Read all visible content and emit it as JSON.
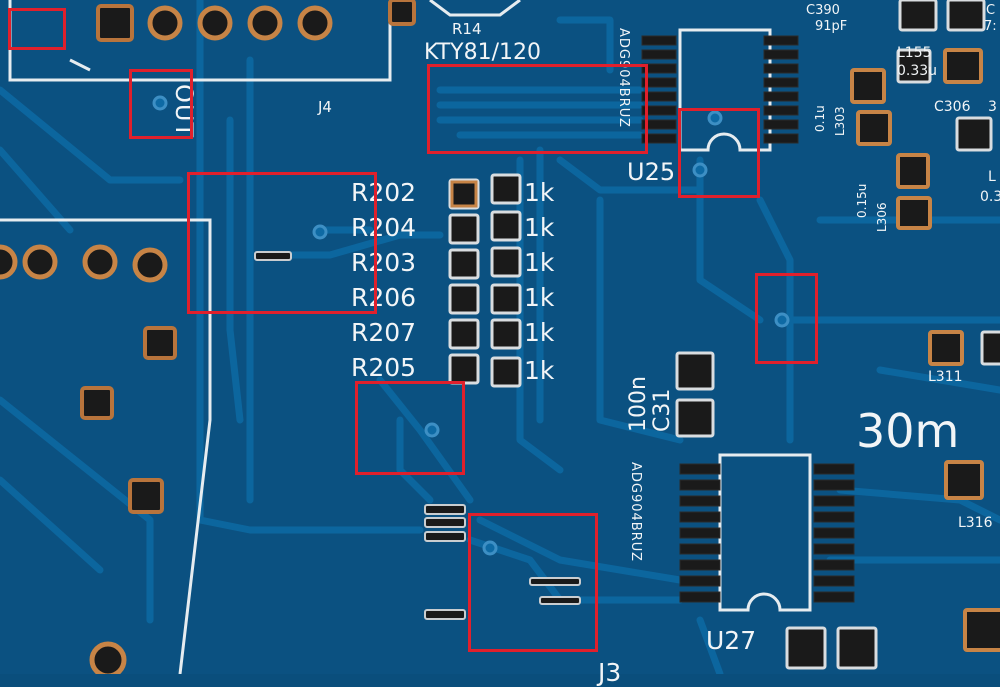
{
  "scene": {
    "description_colors": {
      "board": "#0a4e7c",
      "trace": "#0d6096",
      "silkscreen": "#f2f5f7",
      "copper": "#b8743c",
      "highlight": "#e0202c"
    }
  },
  "labels": {
    "r14": "R14",
    "kty": "KTY81/120",
    "j4": "J4",
    "out": "OUT",
    "u25": "U25",
    "u27": "U27",
    "adg_top": "ADG904BRUZ",
    "adg_bottom": "ADG904BRUZ",
    "r202": "R202",
    "r204": "R204",
    "r203": "R203",
    "r206": "R206",
    "r207": "R207",
    "r205": "R205",
    "res_value": "1k",
    "c31": "C31",
    "c31_value": "100n",
    "c390": "C390",
    "c390_value": "91pF",
    "l155": "L155",
    "l155_value": "0.33u",
    "c306": "C306",
    "c306_suffix": "3",
    "l303": "L303",
    "l303_value": "0.1u",
    "l306": "L306",
    "l306_value": "0.15u",
    "l311": "L311",
    "l316": "L316",
    "dist": "30m",
    "partial_l": "L",
    "partial_0": "0.3",
    "partial_c": "C",
    "partial_7": "7:",
    "partial_j": "J3"
  }
}
